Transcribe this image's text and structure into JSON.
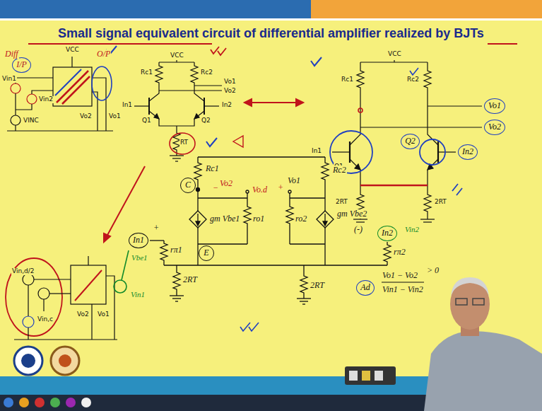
{
  "diagram": {
    "title": "Small signal equivalent circuit of differential amplifier realized by BJTs",
    "nodes": [
      {
        "text": [
          "I/P"
        ]
      },
      {
        "text": [
          "Vo1"
        ]
      },
      {
        "text": [
          "Vo2"
        ]
      },
      {
        "text": [
          "Q2"
        ]
      },
      {
        "text": [
          "In2"
        ]
      },
      {
        "text": [
          "In1"
        ]
      },
      {
        "text": [
          "C"
        ]
      },
      {
        "text": [
          "E"
        ]
      },
      {
        "text": [
          "In2"
        ]
      },
      {
        "text": [
          "Ad"
        ]
      }
    ],
    "labels": [
      "Diff",
      "O/P",
      "VCC",
      "Vin1",
      "Vin2",
      "VINC",
      "Vo2",
      "Vo1",
      "VCC",
      "Rc1",
      "Rc2",
      "Vo1",
      "Vo2",
      "In1",
      "Q1",
      "Q2",
      "In2",
      "RT",
      "VCC",
      "Rc1",
      "Rc2",
      "In1",
      "Q1",
      "2RT",
      "2RT",
      "Rc1",
      "Rc2",
      "−",
      "Vo2",
      "Vo.d",
      "+",
      "Vo1",
      "gm Vbe1",
      "ro1",
      "ro2",
      "gm Vbe2",
      "rπ1",
      "rπ2",
      "+",
      "Vbe1",
      "Vin1",
      "2RT",
      "2RT",
      "(-)",
      "Vin2",
      "Vo1 − Vo2",
      "> 0",
      "Vin1 − Vin2",
      "Vin,d/2",
      "Vin,c",
      "Vo2",
      "Vo1"
    ]
  }
}
